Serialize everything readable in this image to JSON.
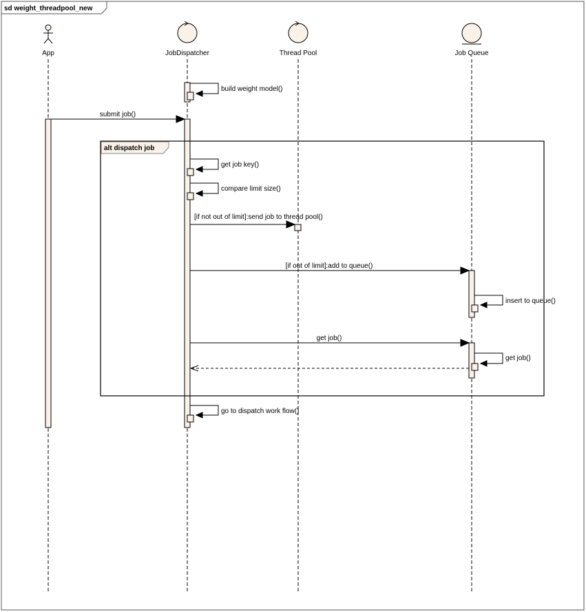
{
  "diagram": {
    "title": "sd weight_threadpool_new",
    "participants": [
      {
        "id": "app",
        "name": "App",
        "kind": "actor"
      },
      {
        "id": "dispatcher",
        "name": "JobDispatcher",
        "kind": "control"
      },
      {
        "id": "pool",
        "name": "Thread Pool",
        "kind": "control"
      },
      {
        "id": "queue",
        "name": "Job Queue",
        "kind": "entity"
      }
    ],
    "fragment": {
      "label": "alt dispatch job"
    },
    "messages": [
      {
        "id": "m1",
        "label": "build weight model()",
        "from": "dispatcher",
        "to": "dispatcher",
        "type": "self"
      },
      {
        "id": "m2",
        "label": "submit job()",
        "from": "app",
        "to": "dispatcher",
        "type": "call"
      },
      {
        "id": "m3",
        "label": "get job key()",
        "from": "dispatcher",
        "to": "dispatcher",
        "type": "self"
      },
      {
        "id": "m4",
        "label": "compare limit size()",
        "from": "dispatcher",
        "to": "dispatcher",
        "type": "self"
      },
      {
        "id": "m5",
        "label": "[if not out of limit]:send job to thread pool()",
        "from": "dispatcher",
        "to": "pool",
        "type": "call"
      },
      {
        "id": "m6",
        "label": "[if out of limit]:add to queue()",
        "from": "dispatcher",
        "to": "queue",
        "type": "call"
      },
      {
        "id": "m7",
        "label": "insert to queue()",
        "from": "queue",
        "to": "queue",
        "type": "self"
      },
      {
        "id": "m8",
        "label": "get job()",
        "from": "dispatcher",
        "to": "queue",
        "type": "call"
      },
      {
        "id": "m9",
        "label": "get job()",
        "from": "queue",
        "to": "queue",
        "type": "self"
      },
      {
        "id": "m10",
        "label": "",
        "from": "queue",
        "to": "dispatcher",
        "type": "return"
      },
      {
        "id": "m11",
        "label": "go to dispatch work flow()",
        "from": "dispatcher",
        "to": "dispatcher",
        "type": "self"
      }
    ]
  }
}
